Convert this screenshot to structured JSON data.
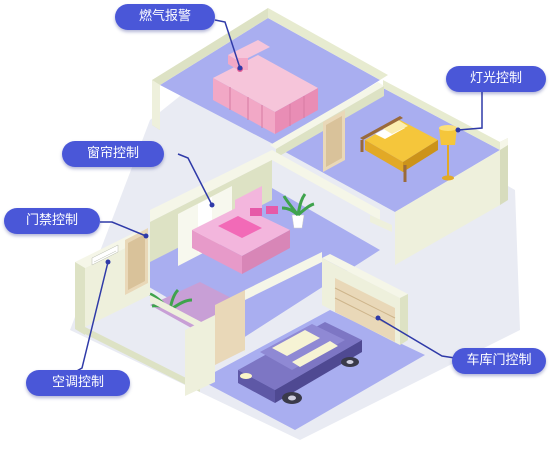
{
  "labels": {
    "gas_alarm": "燃气报警",
    "light_control": "灯光控制",
    "curtain_control": "窗帘控制",
    "access_control": "门禁控制",
    "ac_control": "空调控制",
    "garage_door_control": "车库门控制"
  },
  "colors": {
    "pill": "#4a57d8",
    "floor": "#a9aef0",
    "wall_top": "#eef0dc",
    "wall_side": "#dde2c4",
    "kitchen_cabinet": "#f2a8c6",
    "sofa": "#f3b6dd",
    "bed": "#f5c63b",
    "car": "#7d76c4"
  }
}
